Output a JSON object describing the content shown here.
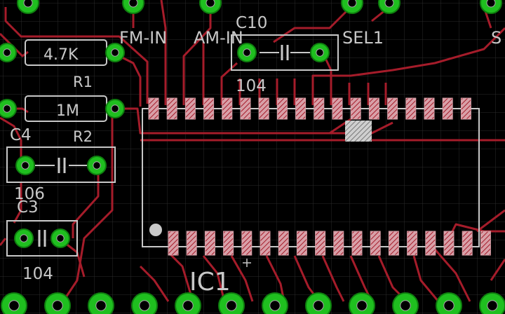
{
  "labels": {
    "r1_value": "4.7K",
    "r1_name": "R1",
    "r2_value": "1M",
    "r2_name": "R2",
    "c4_name": "C4",
    "c4_value": "106",
    "c3_name": "C3",
    "c3_value": "104",
    "c10_name": "C10",
    "c10_value": "104",
    "fm_in": "FM-IN",
    "am_in": "AM-IN",
    "sel1": "SEL1",
    "s_partial": "S",
    "ic1_name": "IC1"
  },
  "colors": {
    "background": "#000000",
    "grid": "#2a2a2a",
    "trace": "#a51c2a",
    "pad_green": "#1fbf1f",
    "silkscreen": "#c8c8c8",
    "smd_pad": "#d8a0a8"
  },
  "icons": {
    "tht_pad": "plated-through-hole-pad-icon",
    "smd_pad": "surface-mount-pad-icon",
    "origin": "component-origin-cross-icon"
  }
}
